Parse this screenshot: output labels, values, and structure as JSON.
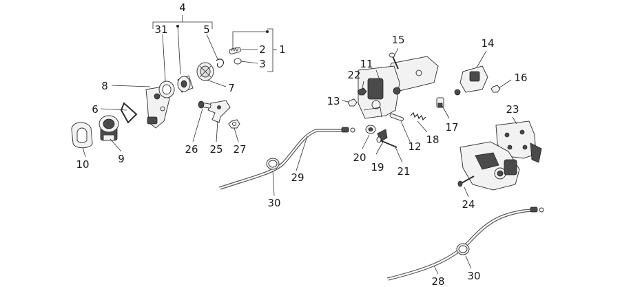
{
  "colors": {
    "background": "#ffffff",
    "line": "#2b2b2b",
    "part_fill": "#f2f2f2",
    "part_dark": "#4a4a4a"
  },
  "callouts": [
    {
      "id": "c1",
      "text": "1"
    },
    {
      "id": "c2",
      "text": "2"
    },
    {
      "id": "c3",
      "text": "3"
    },
    {
      "id": "c4",
      "text": "4"
    },
    {
      "id": "c5",
      "text": "5"
    },
    {
      "id": "c6",
      "text": "6"
    },
    {
      "id": "c7",
      "text": "7"
    },
    {
      "id": "c8",
      "text": "8"
    },
    {
      "id": "c9",
      "text": "9"
    },
    {
      "id": "c10",
      "text": "10"
    },
    {
      "id": "c11",
      "text": "11"
    },
    {
      "id": "c12",
      "text": "12"
    },
    {
      "id": "c13",
      "text": "13"
    },
    {
      "id": "c14",
      "text": "14"
    },
    {
      "id": "c15",
      "text": "15"
    },
    {
      "id": "c16",
      "text": "16"
    },
    {
      "id": "c17",
      "text": "17"
    },
    {
      "id": "c18",
      "text": "18"
    },
    {
      "id": "c19",
      "text": "19"
    },
    {
      "id": "c20",
      "text": "20"
    },
    {
      "id": "c21",
      "text": "21"
    },
    {
      "id": "c22",
      "text": "22"
    },
    {
      "id": "c23",
      "text": "23"
    },
    {
      "id": "c24",
      "text": "24"
    },
    {
      "id": "c25",
      "text": "25"
    },
    {
      "id": "c26",
      "text": "26"
    },
    {
      "id": "c27",
      "text": "27"
    },
    {
      "id": "c28",
      "text": "28"
    },
    {
      "id": "c29",
      "text": "29"
    },
    {
      "id": "c30a",
      "text": "30"
    },
    {
      "id": "c30b",
      "text": "30"
    },
    {
      "id": "c31",
      "text": "31"
    }
  ]
}
